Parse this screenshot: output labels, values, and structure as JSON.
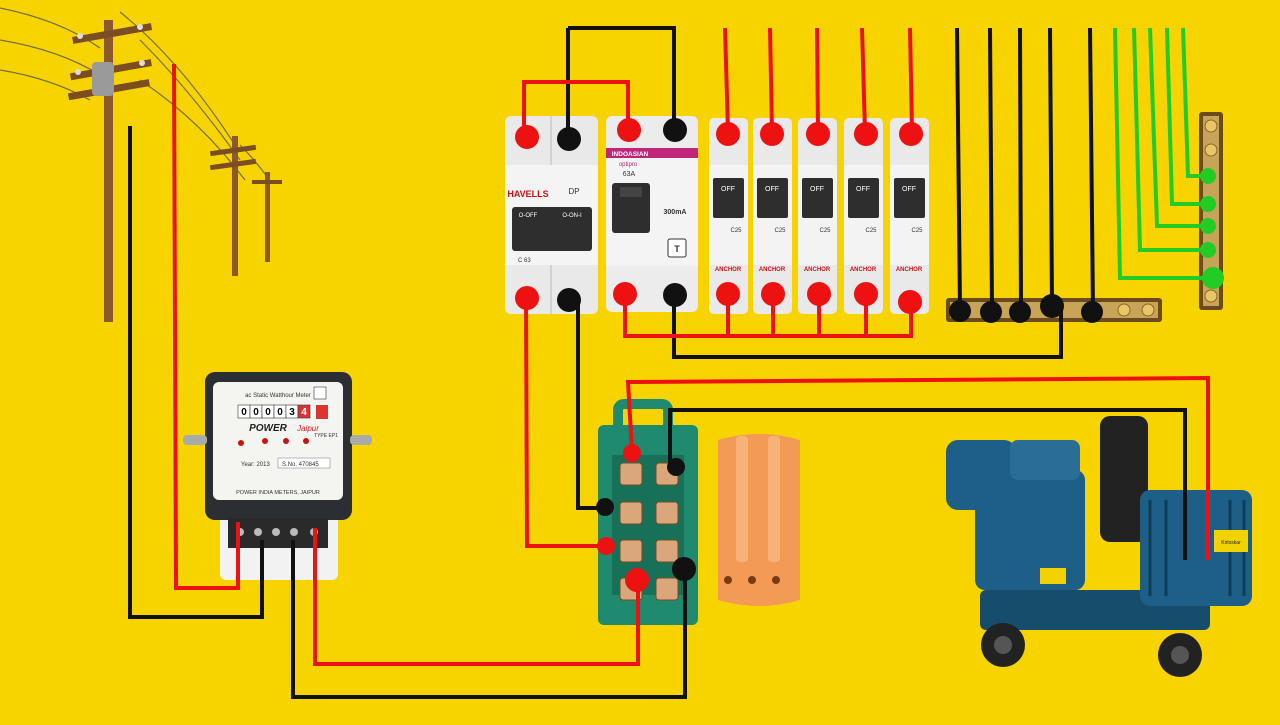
{
  "colors": {
    "background": "#f7d300",
    "phase_wire": "#ee1111",
    "neutral_wire": "#111111",
    "earth_wire": "#22cc22",
    "pole_wood": "#8a5a2b",
    "meter_body": "#2b2f33",
    "mcb_body": "#e9e9ea",
    "changeover_body": "#1f8a6e",
    "changeover_cover": "#f39a55",
    "generator_body": "#1d5f86"
  },
  "meter": {
    "header": "ac Static Watthour Meter",
    "reading": [
      "0",
      "0",
      "0",
      "0",
      "3",
      "4"
    ],
    "brand": "POWER",
    "brand_script": "Jaipur",
    "type_label": "TYPE EP1",
    "year": "Year: 2013",
    "serial": "S.No. 470845",
    "maker": "POWER INDIA METERS, JAIPUR"
  },
  "dp_mcb": {
    "brand": "HAVELLS",
    "top_label": "DP",
    "switch_left": "O-OFF",
    "switch_right": "O-ON-I",
    "rating": "C 63"
  },
  "rccb": {
    "brand": "INDOASIAN",
    "model": "optipro",
    "rating": "63A",
    "sensitivity": "300mA",
    "test_button": "T"
  },
  "sp_mcbs": {
    "switch_label": "OFF",
    "rating": "C25",
    "brand": "ANCHOR",
    "count": 5
  },
  "generator": {
    "badge": "Kirloskar"
  }
}
